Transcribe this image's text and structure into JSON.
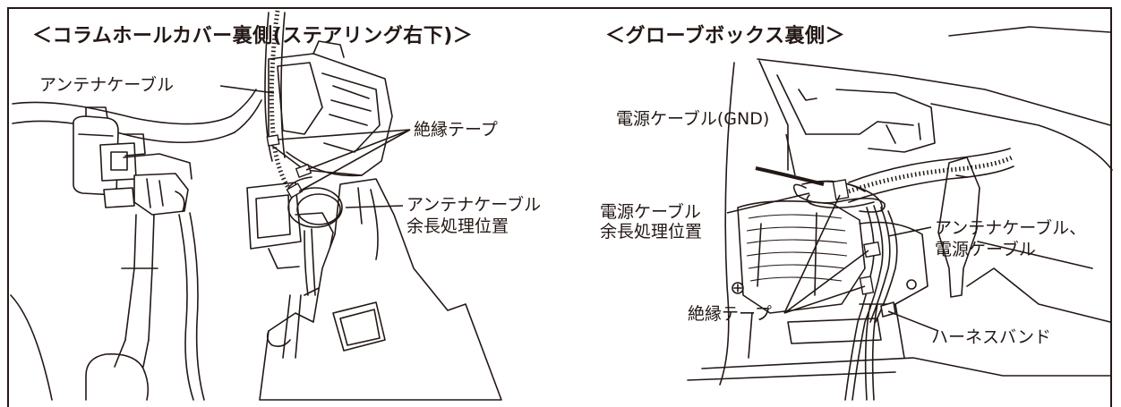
{
  "left_panel": {
    "title": "＜コラムホールカバー裏側(ステアリング右下)＞",
    "labels": {
      "antenna_cable": "アンテナケーブル",
      "insulating_tape": "絶縁テープ",
      "excess_line_1": "アンテナケーブル",
      "excess_line_2": "余長処理位置"
    }
  },
  "right_panel": {
    "title": "＜グローブボックス裏側＞",
    "labels": {
      "power_cable_gnd": "電源ケーブル(GND)",
      "excess_line_1": "電源ケーブル",
      "excess_line_2": "余長処理位置",
      "cables_line_1": "アンテナケーブル、",
      "cables_line_2": "電源ケーブル",
      "insulating_tape": "絶縁テープ",
      "harness_band": "ハーネスバンド"
    }
  },
  "colors": {
    "line": "#231815",
    "background": "#ffffff"
  }
}
